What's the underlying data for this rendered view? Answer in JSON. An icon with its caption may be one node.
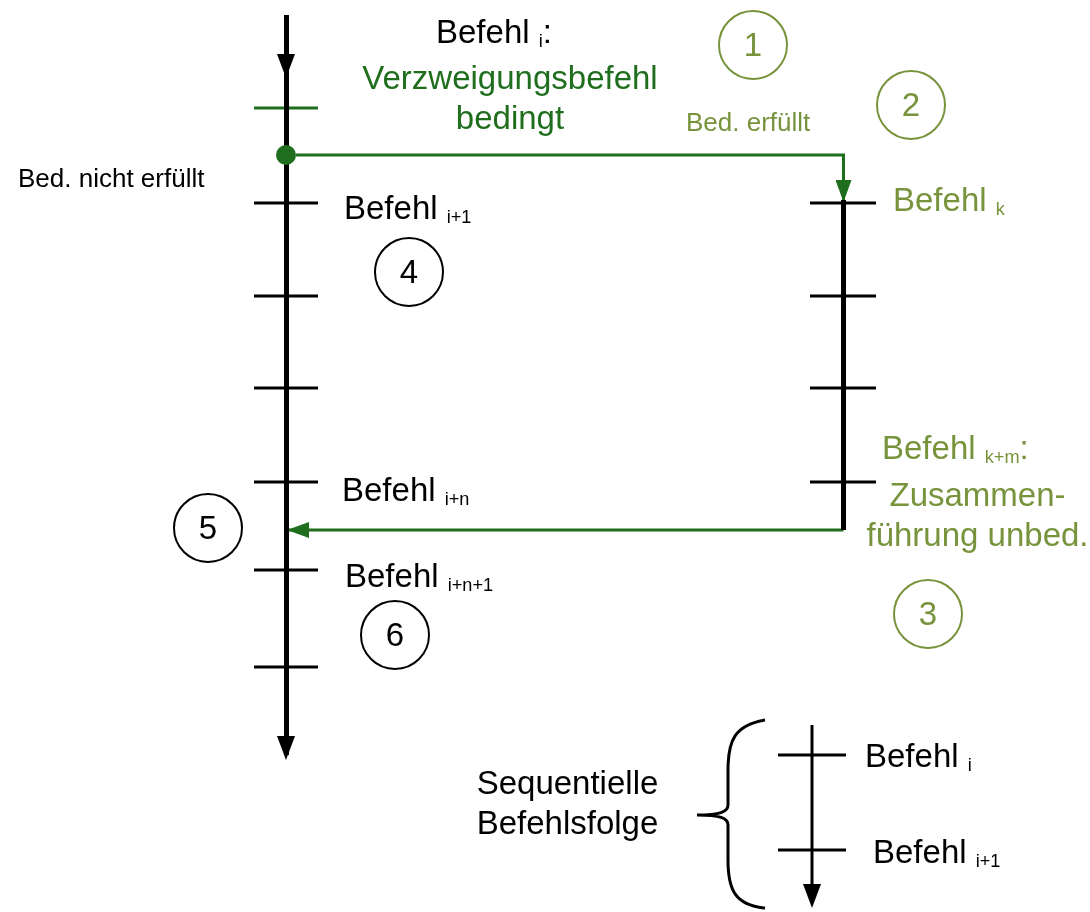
{
  "diagram": {
    "nodes": [
      {
        "text": [],
        "shape": "bar"
      },
      {
        "text": [],
        "shape": "circle"
      },
      {
        "text": [],
        "shape": "bar"
      },
      {
        "text": [
          "1"
        ]
      },
      {
        "text": [
          "2"
        ]
      },
      {
        "text": [
          "3"
        ]
      },
      {
        "text": [
          "4"
        ]
      },
      {
        "text": [
          "5"
        ]
      },
      {
        "text": [
          "6"
        ]
      }
    ],
    "edges": [
      {
        "from": 1,
        "to": 2,
        "arrow": "to",
        "label": "Bed. erfüllt"
      },
      {
        "from": 2,
        "to": 0,
        "arrow": "to"
      }
    ],
    "labels": [
      "Befehl $_{i}$:",
      "Verzweigungsbefehl bedingt",
      "Bed. nicht erfüllt",
      "Befehl $_{i+1}$",
      "Befehl $_{k}$",
      "Befehl $_{k+m}$:",
      "Zusammen- führung unbed.",
      "Befehl $_{i+n}$",
      "Befehl $_{i+n+1}$",
      "Sequentielle Befehlsfolge",
      "Befehl $_{i}$",
      "Befehl $_{i+1}$"
    ]
  }
}
